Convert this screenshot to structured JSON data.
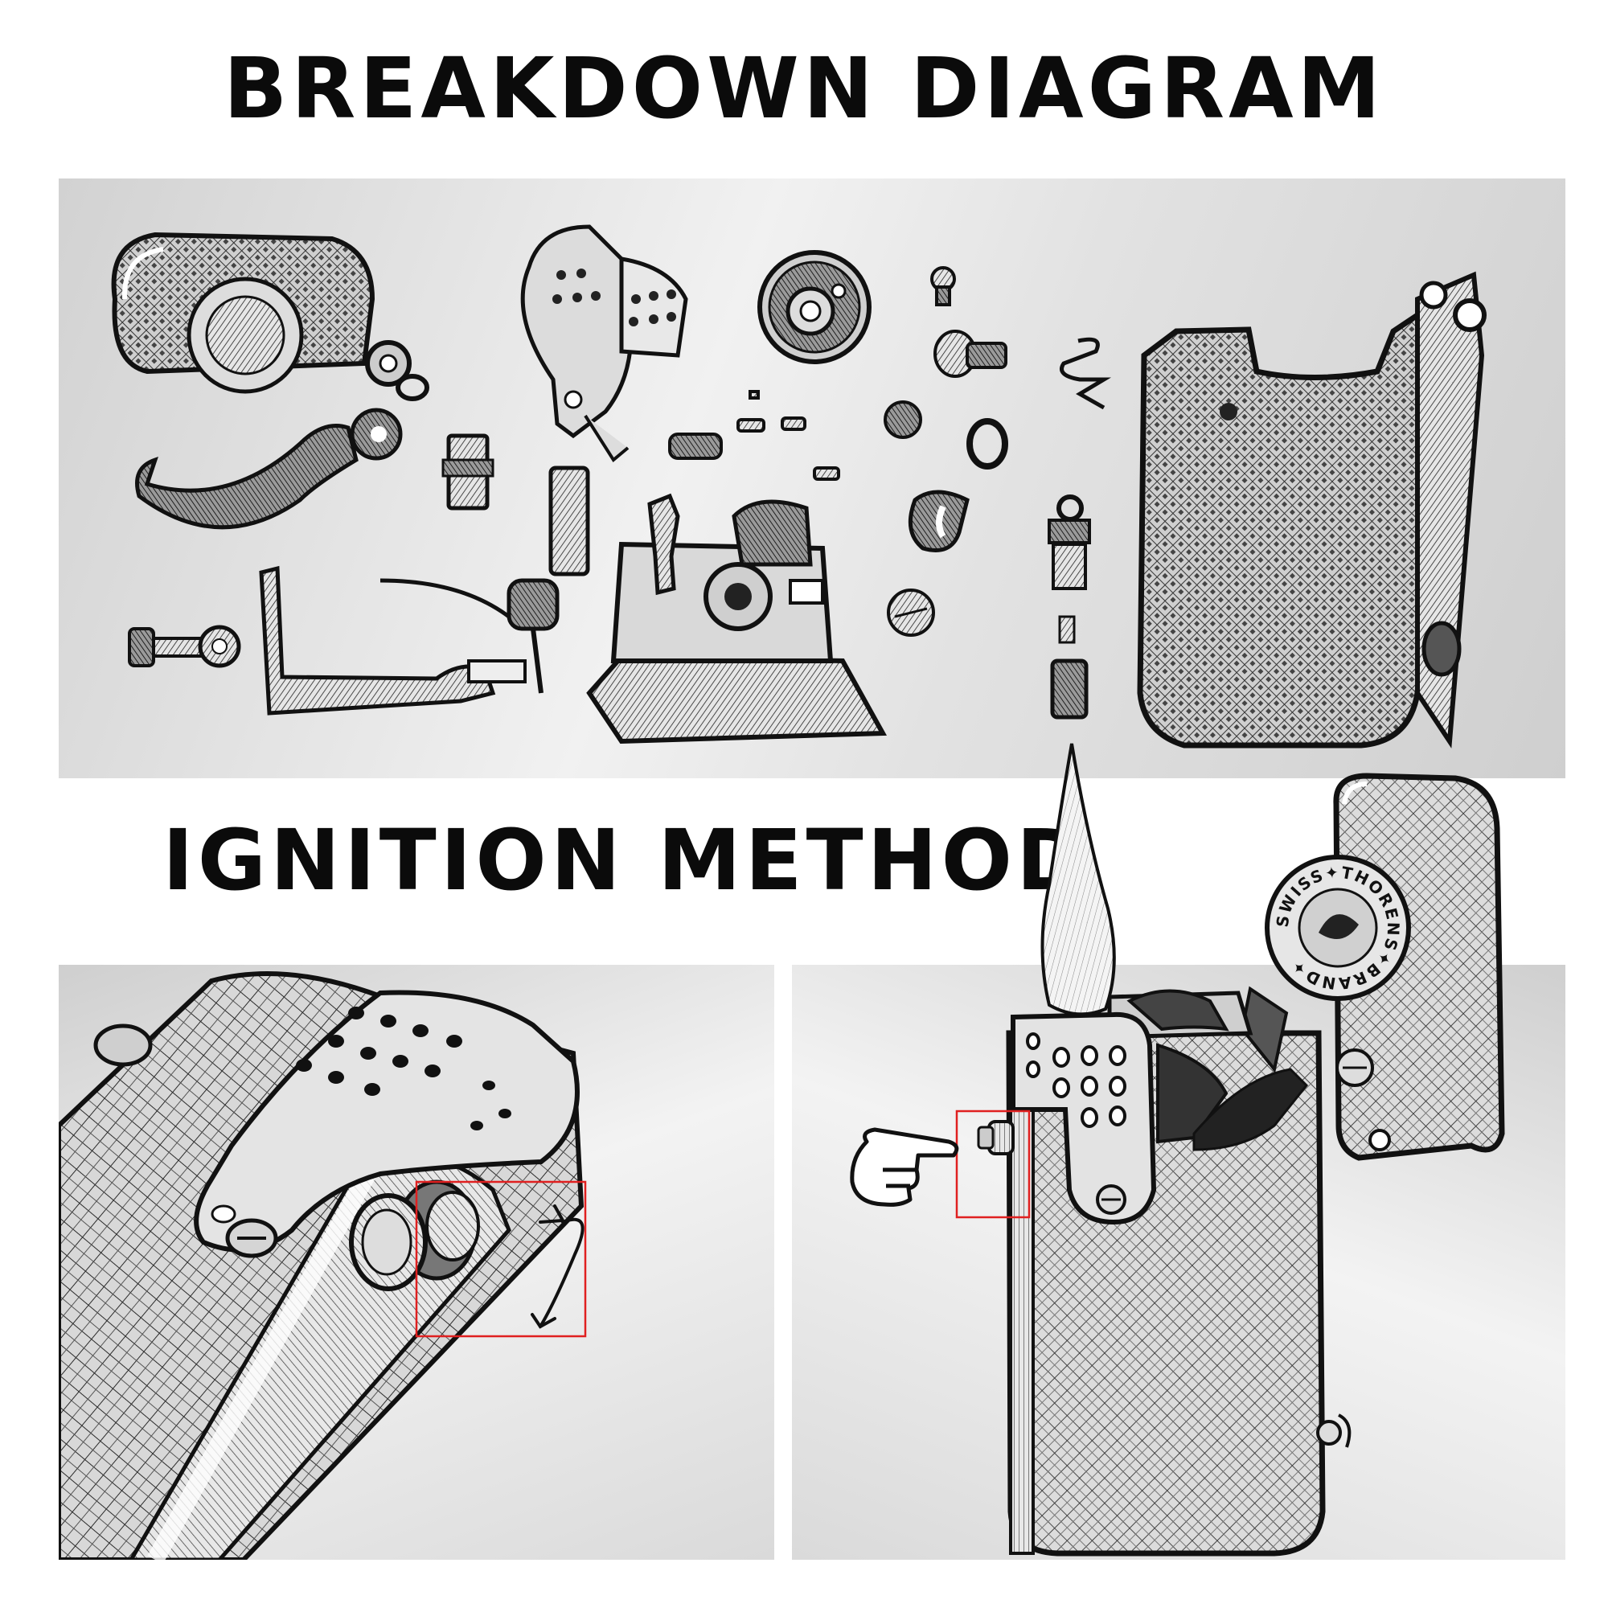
{
  "titles": {
    "breakdown": "BREAKDOWN DIAGRAM",
    "ignition": "IGNITION METHOD"
  },
  "medallion": {
    "text": "SWISS✦THORENS✦BRAND✦"
  },
  "parts": {
    "lid_emblem": "THORENS SWISS BRAND"
  },
  "colors": {
    "ink": "#111111",
    "highlight_box": "#e02020",
    "panel_gray": "#d8d8d8"
  },
  "icons": [
    "pointing-hand-icon",
    "rotate-arrow-icon"
  ]
}
